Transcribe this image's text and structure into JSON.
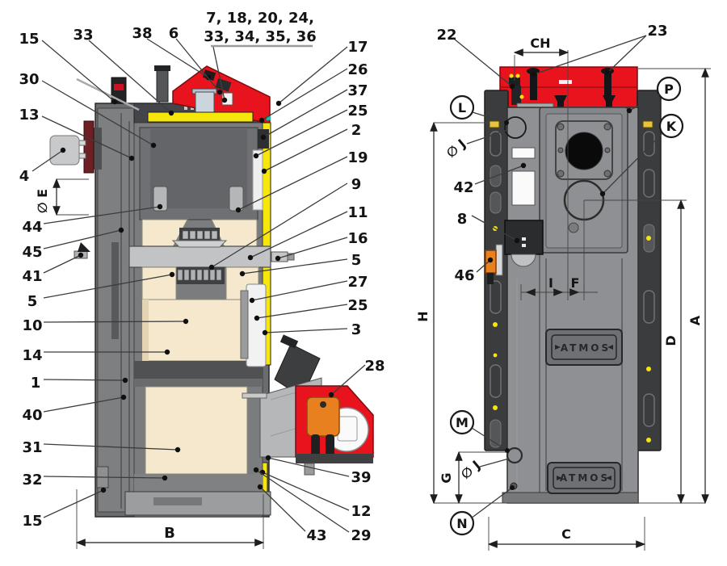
{
  "page": {
    "background": "#ffffff",
    "description": "ATMOS boiler technical drawing: sectional side view and front view with numbered part callouts and dimension letters"
  },
  "left_view": {
    "name": "Cross-section side view",
    "top_labels": [
      "33",
      "38",
      "6"
    ],
    "top_group": {
      "line1": "7, 18, 20, 24,",
      "line2": "33, 34, 35, 36"
    },
    "left_labels": [
      "15",
      "30",
      "13",
      "4",
      "44",
      "45",
      "41",
      "5",
      "10",
      "14",
      "1",
      "40",
      "31",
      "32",
      "15"
    ],
    "right_labels": [
      "17",
      "26",
      "37",
      "25",
      "2",
      "19",
      "9",
      "11",
      "16",
      "5",
      "27",
      "25",
      "3"
    ],
    "burner_label": "28",
    "bottom_right_labels": [
      "39",
      "12",
      "43",
      "29"
    ],
    "dims": {
      "e": "∅ E",
      "b": "B"
    }
  },
  "right_view": {
    "name": "Front view",
    "number_labels": {
      "n22": "22",
      "n23": "23",
      "n42": "42",
      "n8": "8",
      "n46": "46"
    },
    "circled_labels": {
      "l": "L",
      "p": "P",
      "k": "K",
      "m": "M",
      "n": "N"
    },
    "dims": {
      "ch": "CH",
      "h": "H",
      "a": "A",
      "d": "D",
      "g": "G",
      "c": "C",
      "i": "I",
      "f": "F",
      "j_top": "∅ J",
      "j_bottom": "∅ J"
    },
    "brand_plate": "ATMOS"
  },
  "colors": {
    "red": "#e8131d",
    "yellow": "#f6e60a",
    "ceramic_beige": "#f5e8cd",
    "motor_orange": "#e8801f",
    "casing_dark": "#3f4042",
    "body_gray": "#8d8e90"
  }
}
